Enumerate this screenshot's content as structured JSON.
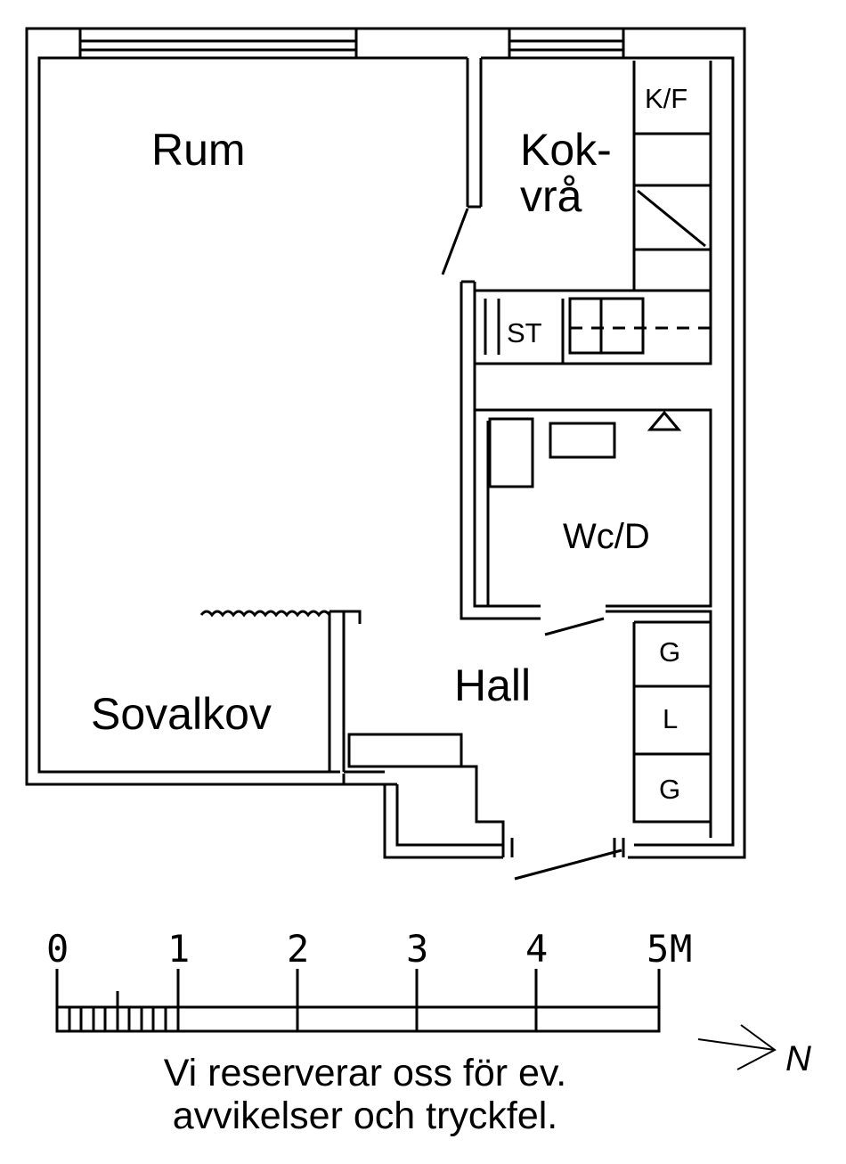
{
  "rooms": {
    "rum": "Rum",
    "kokvra_line1": "Kok-",
    "kokvra_line2": "vrå",
    "kf": "K/F",
    "st": "ST",
    "wcd": "Wc/D",
    "hall": "Hall",
    "sovalkov": "Sovalkov",
    "g1": "G",
    "l": "L",
    "g2": "G"
  },
  "scale": {
    "ticks": [
      "0",
      "1",
      "2",
      "3",
      "4",
      "5"
    ],
    "unit": "M"
  },
  "north_label": "N",
  "disclaimer": {
    "line1": "Vi reserverar oss för ev.",
    "line2": "avvikelser och tryckfel."
  }
}
